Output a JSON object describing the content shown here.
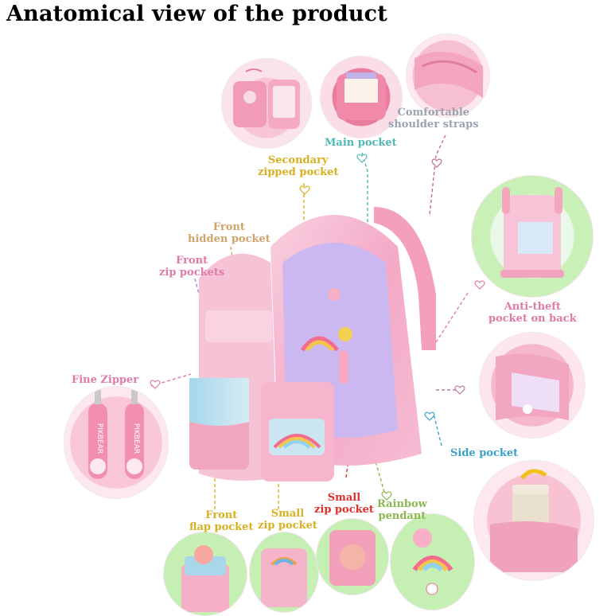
{
  "title": "Anatomical view of the product",
  "labels": {
    "shoulder_straps": [
      "Comfortable",
      "shoulder straps"
    ],
    "main_pocket": "Main pocket",
    "secondary_pocket": [
      "Secondary",
      "zipped pocket"
    ],
    "front_hidden": [
      "Front",
      "hidden pocket"
    ],
    "front_zip": [
      "Front",
      "zip pockets"
    ],
    "anti_theft": [
      "Anti-theft",
      "pocket on back"
    ],
    "fine_zipper": "Fine Zipper",
    "side_pocket": "Side pocket",
    "small_zip_red": [
      "Small",
      "zip pocket"
    ],
    "rainbow": [
      "Rainbow",
      "pendant"
    ],
    "front_flap": [
      "Front",
      "flap pocket"
    ],
    "small_zip": [
      "Small",
      "zip pocket"
    ]
  },
  "zipper_text": "PIKBEAR",
  "colors": {
    "pink_label": "#e07aa6",
    "gray_label": "#9aa3b0",
    "teal_label": "#4fb7b6",
    "gold_label": "#d9b020",
    "tan_label": "#d1a36c",
    "red_label": "#e0302e",
    "green_label": "#8bb84f",
    "blue_label": "#3aa0c8",
    "backpack_pink": "#f6b8cf",
    "backpack_lilac": "#c9b7f0"
  }
}
